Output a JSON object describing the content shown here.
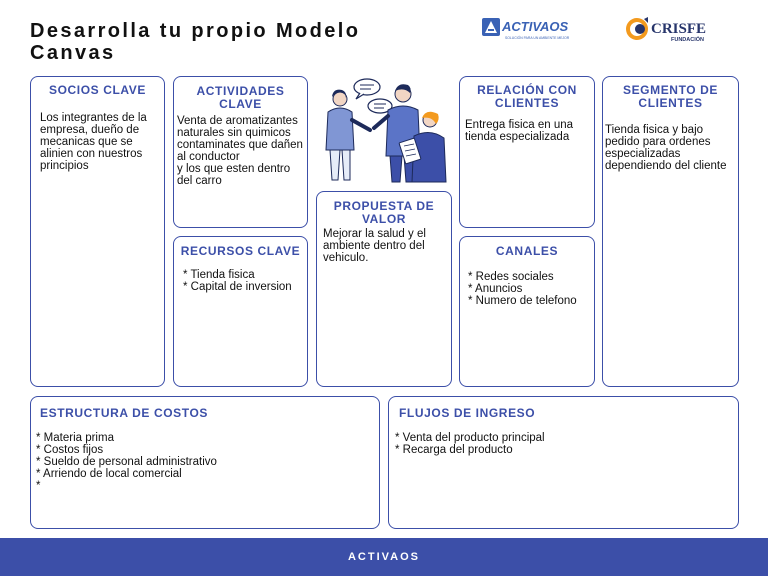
{
  "title": "Desarrolla tu propio Modelo Canvas",
  "logos": {
    "activaos": "ACTIVAOS",
    "activaos_tagline": "SOLUCIÓN PARA UN AMBIENTE MEJOR",
    "crisfe": "CRISFE",
    "crisfe_sub": "FUNDACIÓN"
  },
  "socios": {
    "heading": "SOCIOS CLAVE",
    "text": "Los integrantes de la empresa, dueño de mecanicas que se alinien con nuestros principios"
  },
  "actividades": {
    "heading": "ACTIVIDADES CLAVE",
    "text": "Venta de aromatizantes naturales sin quimicos contaminates que dañen al conductor\ny los que esten dentro del carro"
  },
  "recursos": {
    "heading": "RECURSOS CLAVE",
    "text": " * Tienda fisica\n * Capital de inversion"
  },
  "propuesta": {
    "heading": "PROPUESTA DE VALOR",
    "text": "Mejorar la salud y el ambiente dentro del vehiculo."
  },
  "relacion": {
    "heading": "RELACIÓN CON CLIENTES",
    "text": "Entrega fisica en una tienda especializada"
  },
  "canales": {
    "heading": "CANALES",
    "text": "* Redes sociales\n* Anuncios\n* Numero de telefono"
  },
  "segmento": {
    "heading": "SEGMENTO DE CLIENTES",
    "text": "Tienda fisica y bajo pedido para ordenes especializadas dependiendo del cliente"
  },
  "costos": {
    "heading": "ESTRUCTURA DE COSTOS",
    "text": "* Materia prima\n* Costos fijos\n* Sueldo de personal administrativo\n* Arriendo de local comercial\n*"
  },
  "ingreso": {
    "heading": "FLUJOS DE INGRESO",
    "text": "* Venta del producto principal\n* Recarga del producto"
  },
  "footer": "ACTIVAOS",
  "colors": {
    "accent": "#3c4fa8",
    "crisfe_orange": "#f39a1e",
    "crisfe_navy": "#27356b"
  }
}
